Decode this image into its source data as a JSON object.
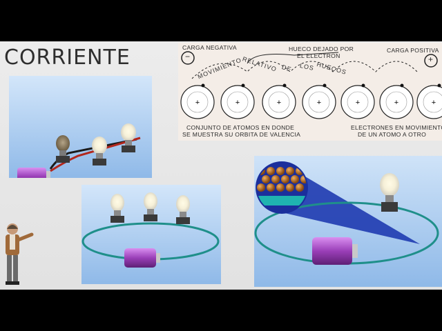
{
  "slide": {
    "title": "CORRIENTE"
  },
  "diagram": {
    "negative_charge_label": "CARGA NEGATIVA",
    "positive_charge_label": "CARGA POSITIVA",
    "hole_label_line1": "HUECO DEJADO POR",
    "hole_label_line2": "EL ELECTRON",
    "arc_words": [
      "MOVIMIENTO",
      "RELATIVO",
      "DE",
      "LOS",
      "HUECOS"
    ],
    "atoms_label_line1": "CONJUNTO DE ATOMOS EN DONDE",
    "atoms_label_line2": "SE MUESTRA SU ORBITA DE VALENCIA",
    "electrons_label_line1": "ELECTRONES EN MOVIMIENTO",
    "electrons_label_line2": "DE UN ATOMO A OTRO",
    "minus_symbol": "−",
    "plus_symbol": "+",
    "nucleus_symbol": "+"
  },
  "icons": {
    "bulb": "light-bulb-icon",
    "battery": "battery-icon",
    "presenter": "presenter-figure"
  },
  "colors": {
    "panel_blue": "#aecdf0",
    "battery_purple": "#9a3fb8",
    "wire_teal": "#2a9d8f",
    "wire_red": "#c0392b"
  }
}
